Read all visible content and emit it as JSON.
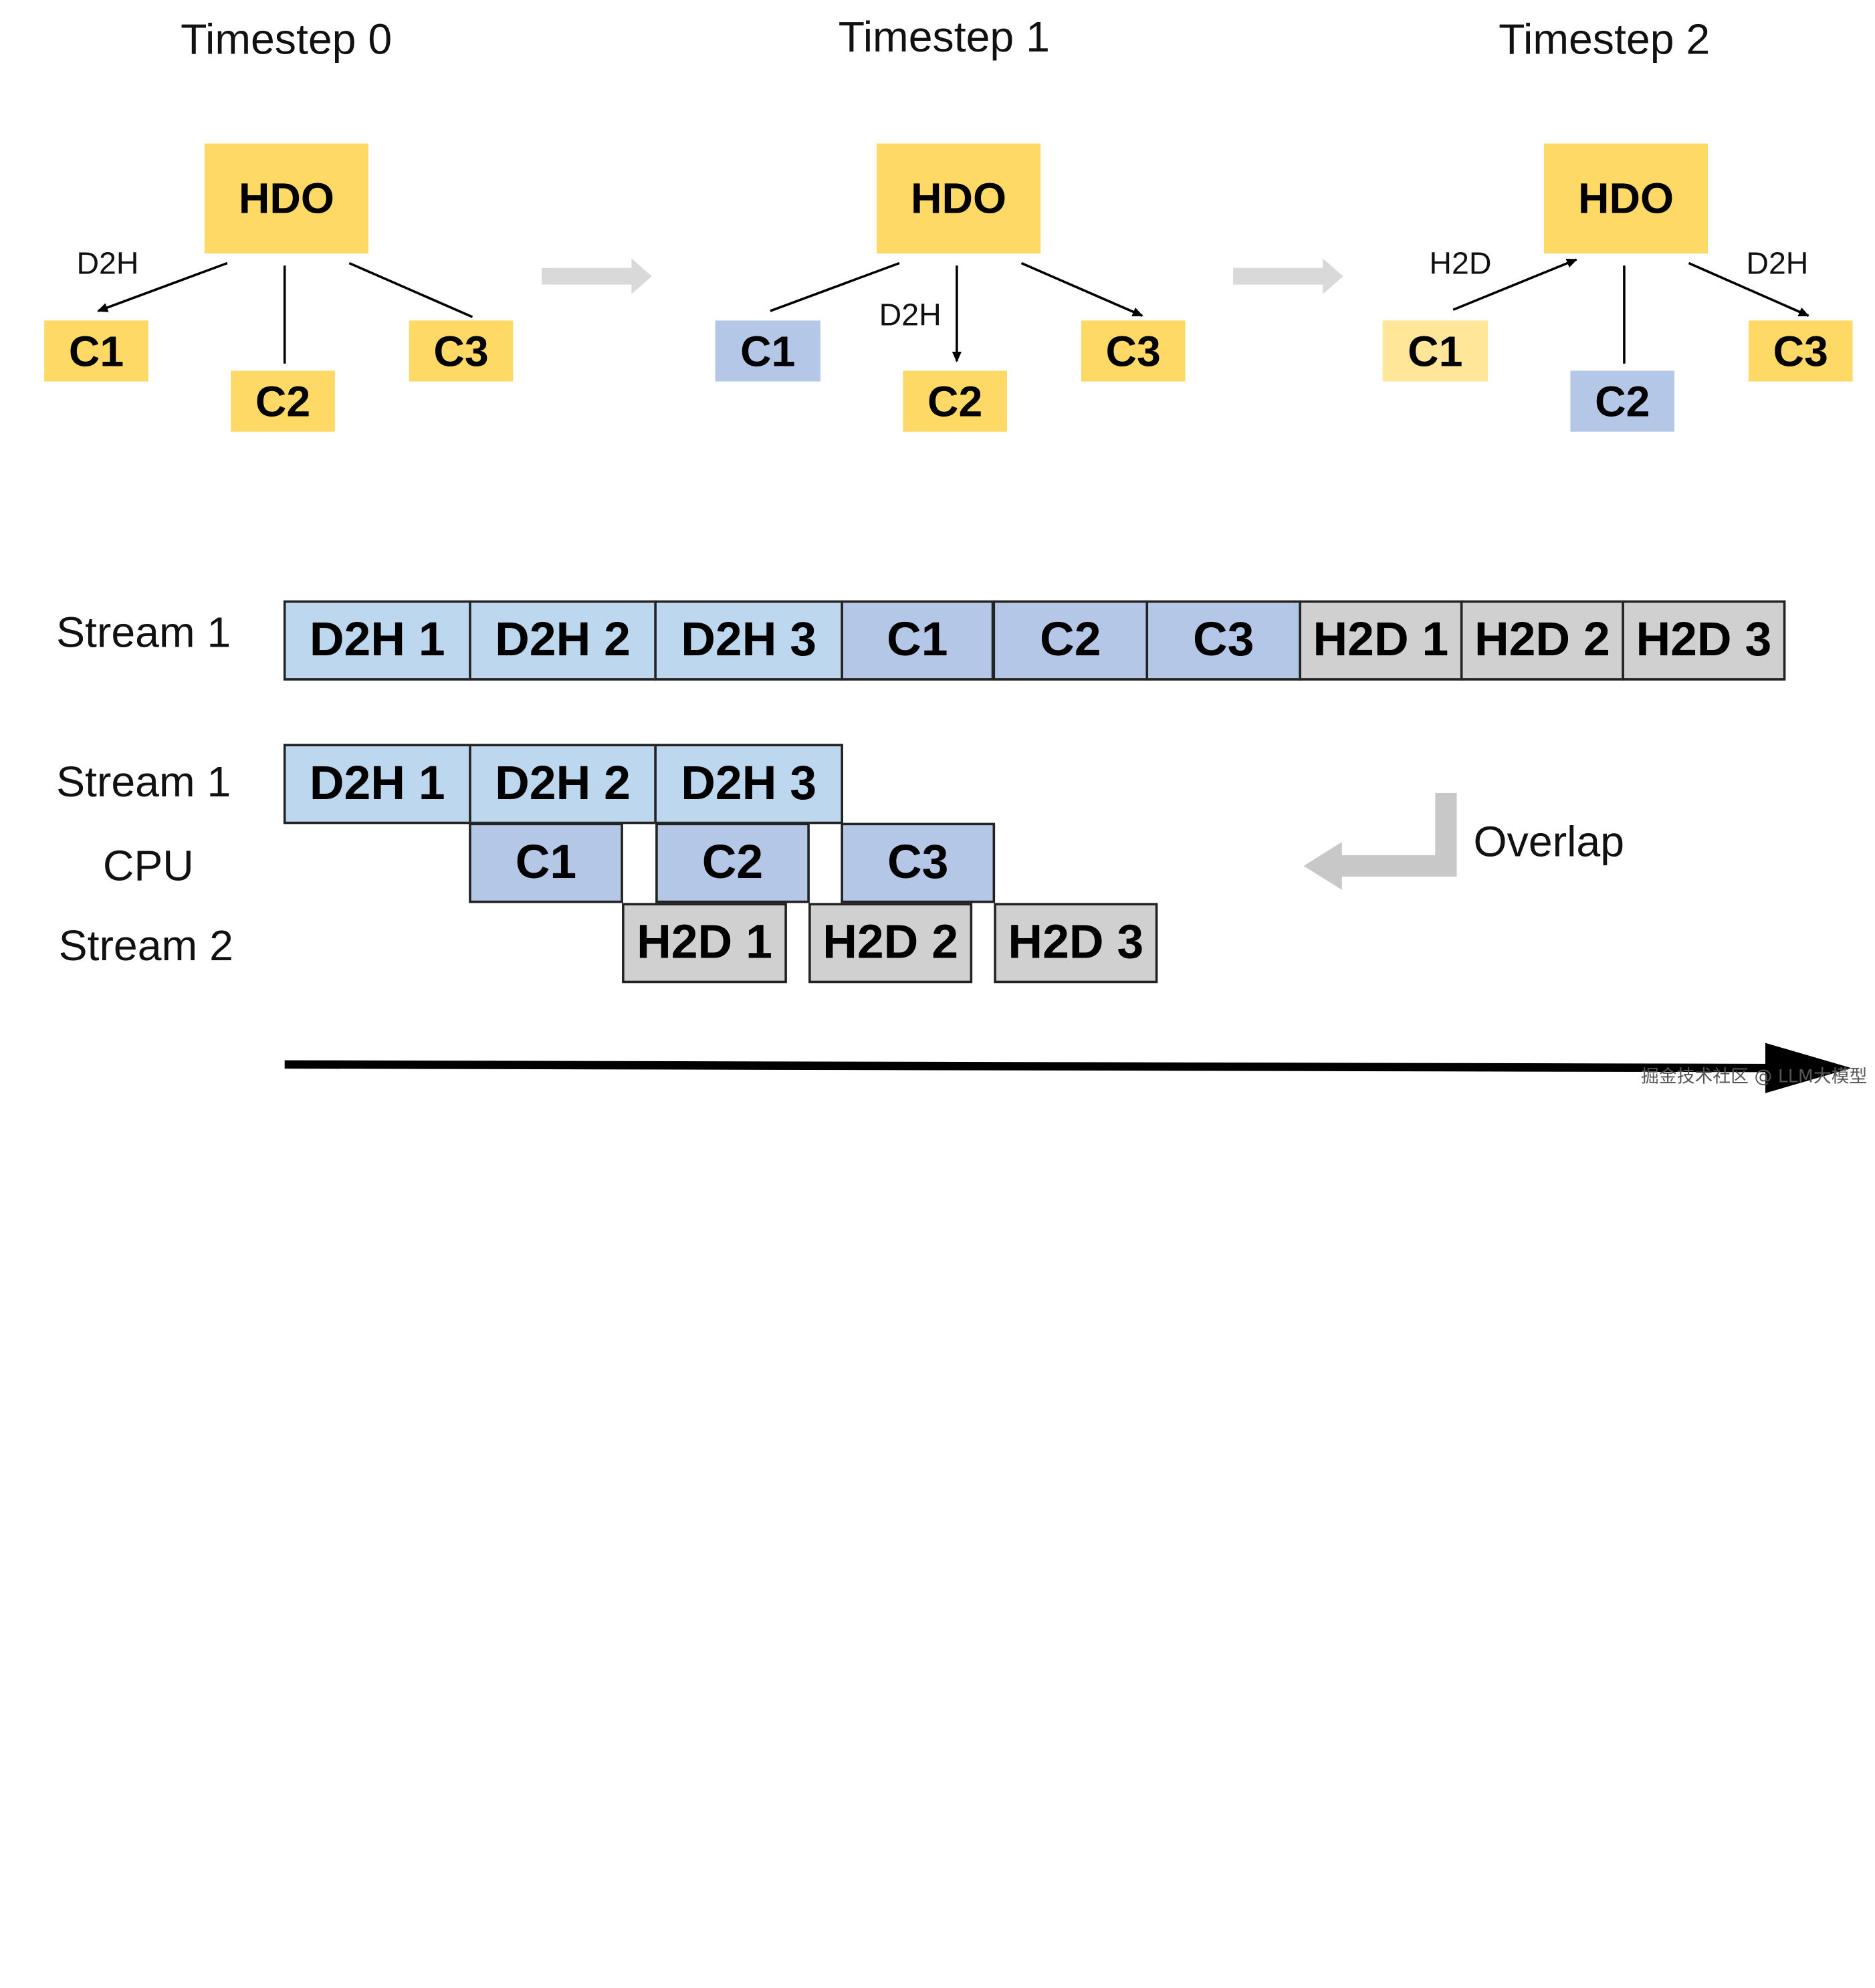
{
  "timesteps": [
    {
      "title": "Timestep 0",
      "hdo": "HDO",
      "nodes": [
        "C1",
        "C2",
        "C3"
      ],
      "labels": [
        "D2H"
      ]
    },
    {
      "title": "Timestep 1",
      "hdo": "HDO",
      "nodes": [
        "C1",
        "C2",
        "C3"
      ],
      "labels": [
        "D2H"
      ]
    },
    {
      "title": "Timestep 2",
      "hdo": "HDO",
      "nodes": [
        "C1",
        "C2",
        "C3"
      ],
      "labels": [
        "H2D",
        "D2H"
      ]
    }
  ],
  "sequential": {
    "label": "Stream 1",
    "blocks": [
      "D2H 1",
      "D2H 2",
      "D2H 3",
      "C1",
      "C2",
      "C3",
      "H2D 1",
      "H2D 2",
      "H2D 3"
    ]
  },
  "overlapped": {
    "stream1_label": "Stream 1",
    "cpu_label": "CPU",
    "stream2_label": "Stream 2",
    "stream1_blocks": [
      "D2H 1",
      "D2H 2",
      "D2H 3"
    ],
    "cpu_blocks": [
      "C1",
      "C2",
      "C3"
    ],
    "stream2_blocks": [
      "H2D 1",
      "H2D 2",
      "H2D 3"
    ]
  },
  "overlap_label": "Overlap",
  "watermark": "掘金技术社区 @ LLM大模型",
  "colors": {
    "hdo": "#FFD966",
    "compute_active": "#B4C7E7",
    "d2h": "#BDD7EE",
    "h2d": "#D0D0D0",
    "prefetched": "#FFE699"
  }
}
